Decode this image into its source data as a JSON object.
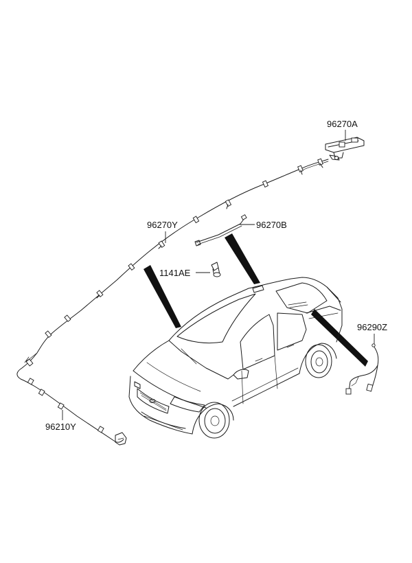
{
  "parts": {
    "p96270A": {
      "label": "96270A"
    },
    "p96270B": {
      "label": "96270B"
    },
    "p96270Y": {
      "label": "96270Y"
    },
    "p1141AE": {
      "label": "1141AE"
    },
    "p96290Z": {
      "label": "96290Z"
    },
    "p96210Y": {
      "label": "96210Y"
    }
  },
  "colors": {
    "line": "#1a1a1a",
    "band": "#111111",
    "background": "#ffffff"
  }
}
